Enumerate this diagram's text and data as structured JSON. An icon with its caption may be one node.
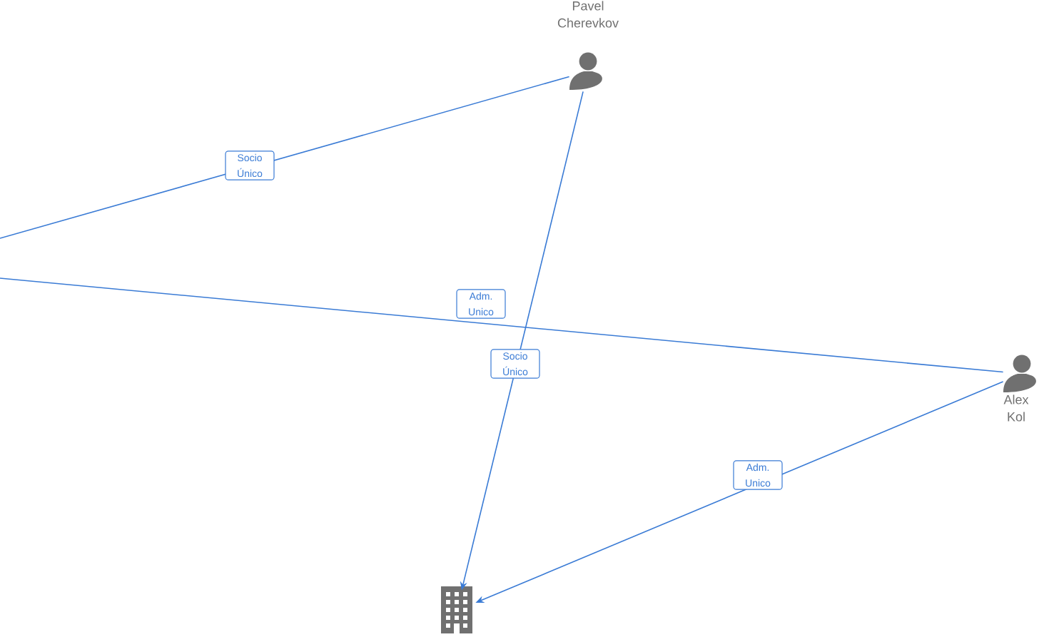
{
  "diagram": {
    "nodes": [
      {
        "text": [
          "Pavel Cherevkov"
        ]
      },
      {
        "text": [],
        "shape": "building"
      },
      {
        "text": [
          "Alex Kol"
        ]
      }
    ],
    "edges": [
      {
        "from": 0,
        "to": null,
        "arrow": "none",
        "label": "Socio Único"
      },
      {
        "from": null,
        "to": 2,
        "arrow": "none",
        "label": "Adm. Unico"
      },
      {
        "from": 0,
        "to": 1,
        "arrow": "to",
        "label": "Socio Único"
      },
      {
        "from": 2,
        "to": 1,
        "arrow": "to",
        "label": "Adm. Unico"
      }
    ]
  }
}
